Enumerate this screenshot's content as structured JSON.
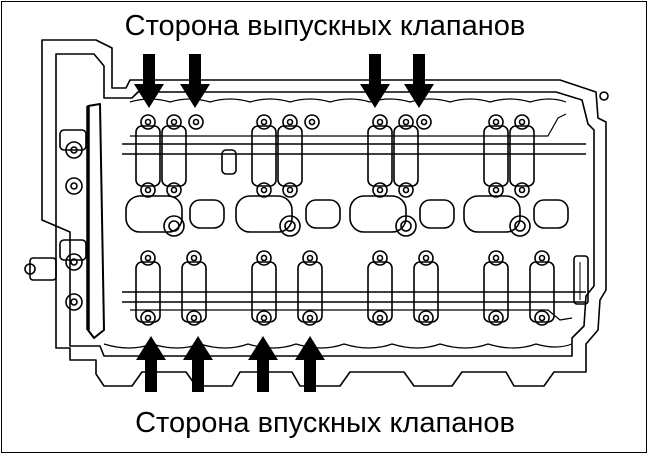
{
  "labels": {
    "exhaust_side": "Сторона выпускных клапанов",
    "intake_side": "Сторона впускных клапанов"
  },
  "colors": {
    "ink": "#000000",
    "background": "#ffffff"
  },
  "arrows": {
    "exhaust_count": 4,
    "intake_count": 4
  }
}
